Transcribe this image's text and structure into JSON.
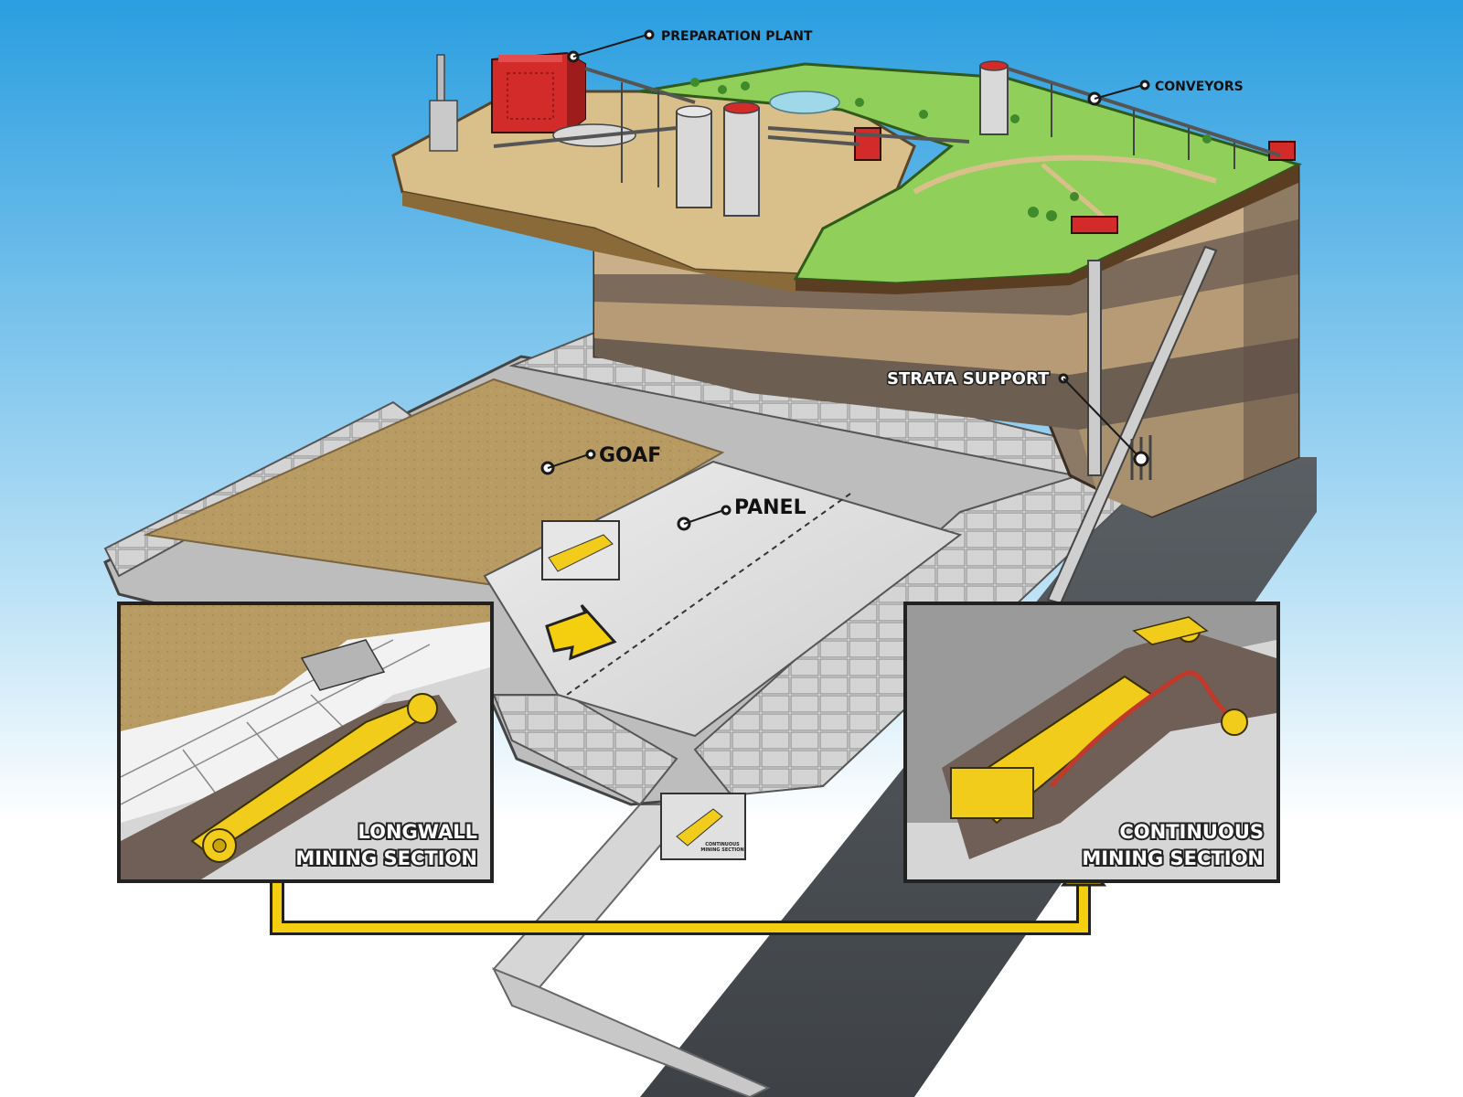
{
  "labels": {
    "preparation_plant": "PREPARATION PLANT",
    "conveyors": "CONVEYORS",
    "strata_support": "STRATA SUPPORT",
    "goaf": "GOAF",
    "panel": "PANEL"
  },
  "insets": {
    "longwall": {
      "line1": "LONGWALL",
      "line2": "MINING SECTION"
    },
    "continuous": {
      "line1": "CONTINUOUS",
      "line2": "MINING SECTION"
    },
    "mini_continuous": {
      "line1": "CONTINUOUS",
      "line2": "MINING SECTION"
    }
  },
  "colors": {
    "sky_top": "#2a9ee0",
    "sky_bottom": "#ffffff",
    "grass": "#8fcf5a",
    "dirt": "#d9c08a",
    "goaf": "#b89a63",
    "panel": "#dcdcdc",
    "machine": "#f2cc1a",
    "building_red": "#d32a2a",
    "dark_road": "#555a5f",
    "arrow_yellow": "#f4cf10"
  }
}
